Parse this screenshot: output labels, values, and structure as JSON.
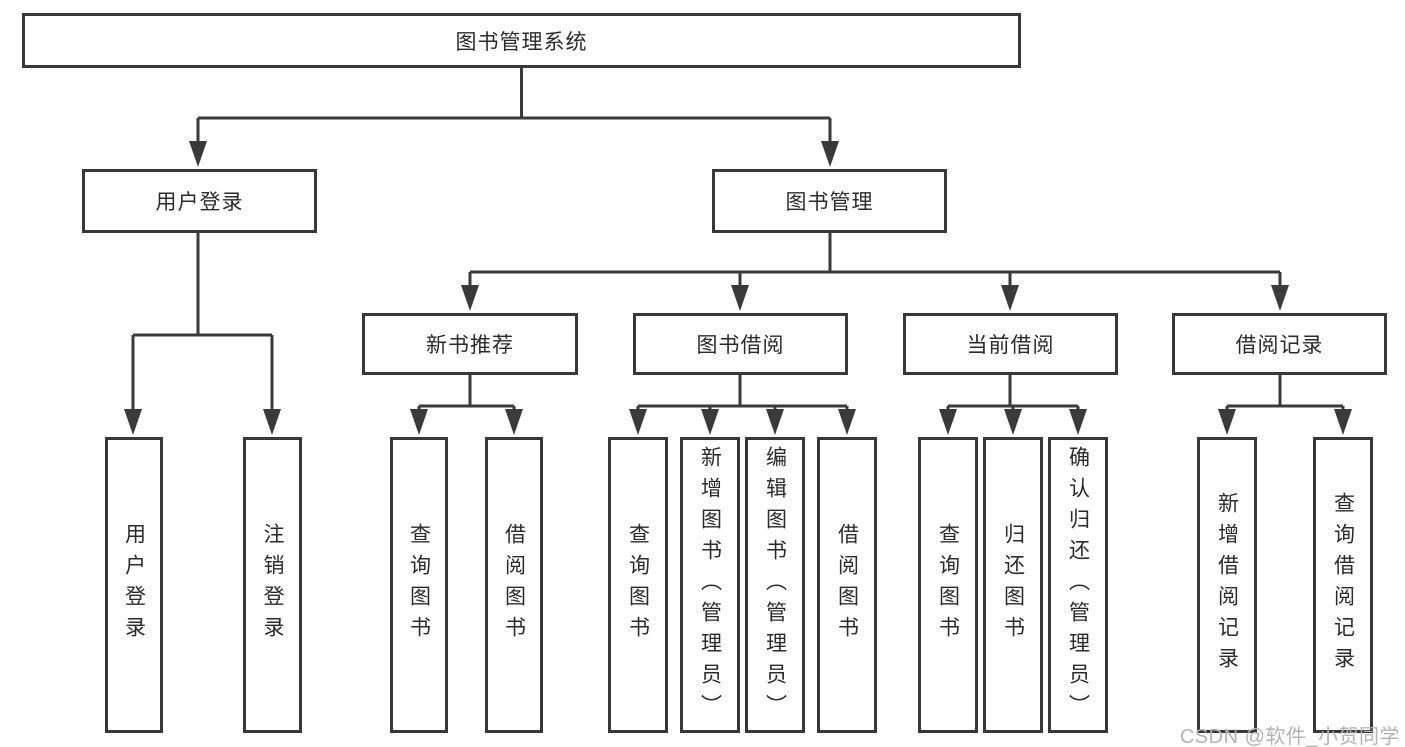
{
  "tree": {
    "root": "图书管理系统",
    "branches": [
      {
        "label": "用户登录",
        "children": [
          {
            "label": "用户登录"
          },
          {
            "label": "注销登录"
          }
        ]
      },
      {
        "label": "图书管理",
        "children": [
          {
            "label": "新书推荐",
            "children": [
              {
                "label": "查询图书"
              },
              {
                "label": "借阅图书"
              }
            ]
          },
          {
            "label": "图书借阅",
            "children": [
              {
                "label": "查询图书"
              },
              {
                "label": "新增图书（管理员）"
              },
              {
                "label": "编辑图书（管理员）"
              },
              {
                "label": "借阅图书"
              }
            ]
          },
          {
            "label": "当前借阅",
            "children": [
              {
                "label": "查询图书"
              },
              {
                "label": "归还图书"
              },
              {
                "label": "确认归还（管理员）"
              }
            ]
          },
          {
            "label": "借阅记录",
            "children": [
              {
                "label": "新增借阅记录"
              },
              {
                "label": "查询借阅记录"
              }
            ]
          }
        ]
      }
    ]
  },
  "watermark": "CSDN @软件_小贺同学",
  "colors": {
    "line": "#3a3a3a",
    "border": "#383838",
    "text": "#2b2b2b",
    "watermark": "#b3b3b3"
  }
}
